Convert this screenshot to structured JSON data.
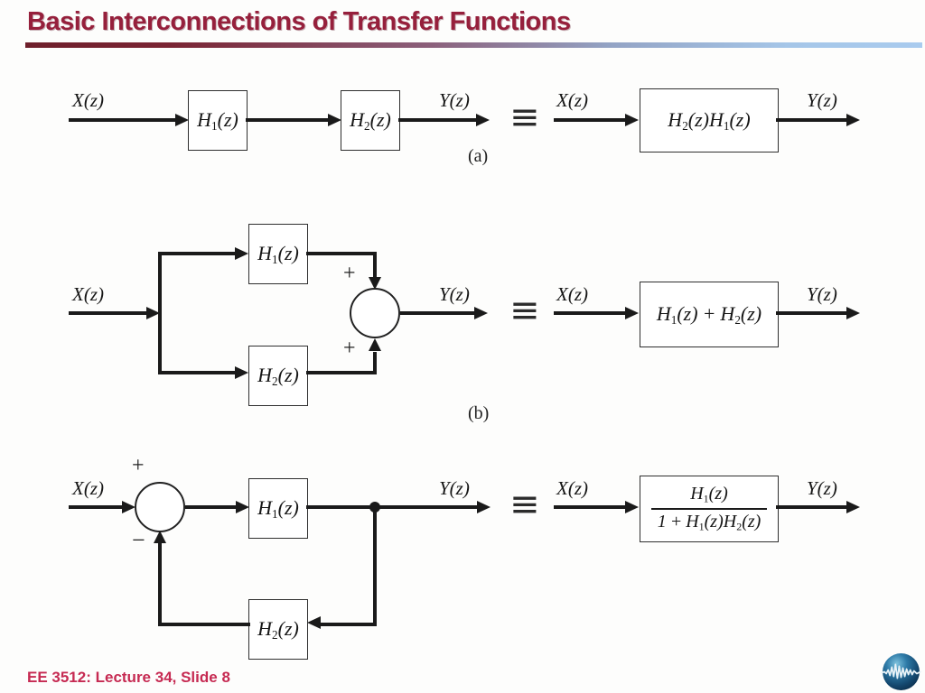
{
  "header": {
    "title": "Basic Interconnections of Transfer Functions"
  },
  "footer": {
    "text": "EE 3512: Lecture 34, Slide 8"
  },
  "math": {
    "x_label": "X(z)",
    "y_label": "Y(z)",
    "h": "H",
    "sub1": "1",
    "sub2": "2",
    "arg": "(z)",
    "plus": "+",
    "minus": "−",
    "one": "1",
    "equivalence": "≡"
  },
  "captions": {
    "a": "(a)",
    "b": "(b)"
  },
  "diagrams": {
    "cascade": {
      "kind": "series (cascade) connection",
      "input": "X(z)",
      "output": "Y(z)",
      "blocks": [
        "H1(z)",
        "H2(z)"
      ],
      "equivalent_block": "H2(z)H1(z)",
      "caption": "(a)"
    },
    "parallel": {
      "kind": "parallel connection with summing junction",
      "input": "X(z)",
      "output": "Y(z)",
      "blocks": [
        "H1(z)",
        "H2(z)"
      ],
      "junction_signs": [
        "+",
        "+"
      ],
      "equivalent_block": "H1(z) + H2(z)",
      "caption": "(b)"
    },
    "feedback": {
      "kind": "negative feedback connection",
      "input": "X(z)",
      "output": "Y(z)",
      "forward_block": "H1(z)",
      "feedback_block": "H2(z)",
      "junction_signs": [
        "+",
        "−"
      ],
      "equivalent_numerator": "H1(z)",
      "equivalent_denominator": "1 + H1(z)H2(z)"
    }
  },
  "logo": {
    "name": "signal-globe"
  },
  "colors": {
    "title": "#96203C",
    "footer": "#C62A52",
    "line": "#1A1A1A",
    "rule_start": "#6E1F2B",
    "rule_end": "#A9CBEE"
  }
}
